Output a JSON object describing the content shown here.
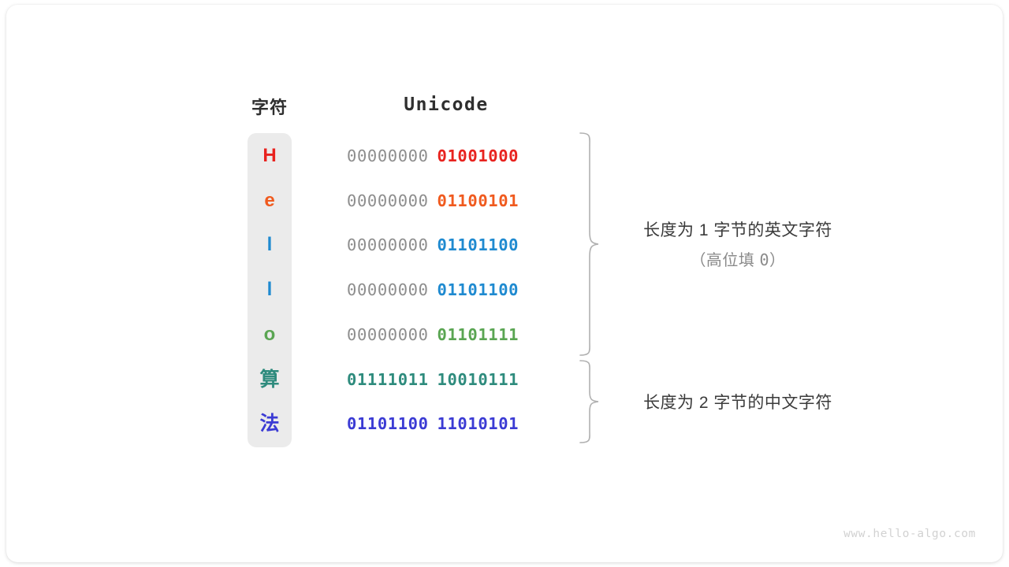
{
  "headers": {
    "character": "字符",
    "unicode": "Unicode"
  },
  "colors": {
    "red": "#e8231f",
    "orange": "#f05a1e",
    "blue": "#1f8ad0",
    "green": "#5aa552",
    "teal": "#2e8b7d",
    "indigo": "#3b3bd4",
    "gray_high_bits": "#8d8d8d",
    "panel_bg": "#ebebeb",
    "brace": "#b0b0b0",
    "text_dark": "#3b3b3b",
    "text_muted": "#8a8a8a",
    "watermark": "#d2d2d2"
  },
  "rows": [
    {
      "char": "H",
      "high_byte": "00000000",
      "low_byte": "01001000",
      "color": "#e8231f",
      "high_colored": false
    },
    {
      "char": "e",
      "high_byte": "00000000",
      "low_byte": "01100101",
      "color": "#f05a1e",
      "high_colored": false
    },
    {
      "char": "l",
      "high_byte": "00000000",
      "low_byte": "01101100",
      "color": "#1f8ad0",
      "high_colored": false
    },
    {
      "char": "l",
      "high_byte": "00000000",
      "low_byte": "01101100",
      "color": "#1f8ad0",
      "high_colored": false
    },
    {
      "char": "o",
      "high_byte": "00000000",
      "low_byte": "01101111",
      "color": "#5aa552",
      "high_colored": false
    },
    {
      "char": "算",
      "high_byte": "01111011",
      "low_byte": "10010111",
      "color": "#2e8b7d",
      "high_colored": true
    },
    {
      "char": "法",
      "high_byte": "01101100",
      "low_byte": "11010101",
      "color": "#3b3bd4",
      "high_colored": true
    }
  ],
  "annotations": [
    {
      "line1": "长度为 1 字节的英文字符",
      "line2_prefix": "（高位填 ",
      "line2_value": "0",
      "line2_suffix": "）"
    },
    {
      "line1": "长度为 2 字节的中文字符",
      "line2_prefix": "",
      "line2_value": "",
      "line2_suffix": ""
    }
  ],
  "watermark": "www.hello-algo.com"
}
